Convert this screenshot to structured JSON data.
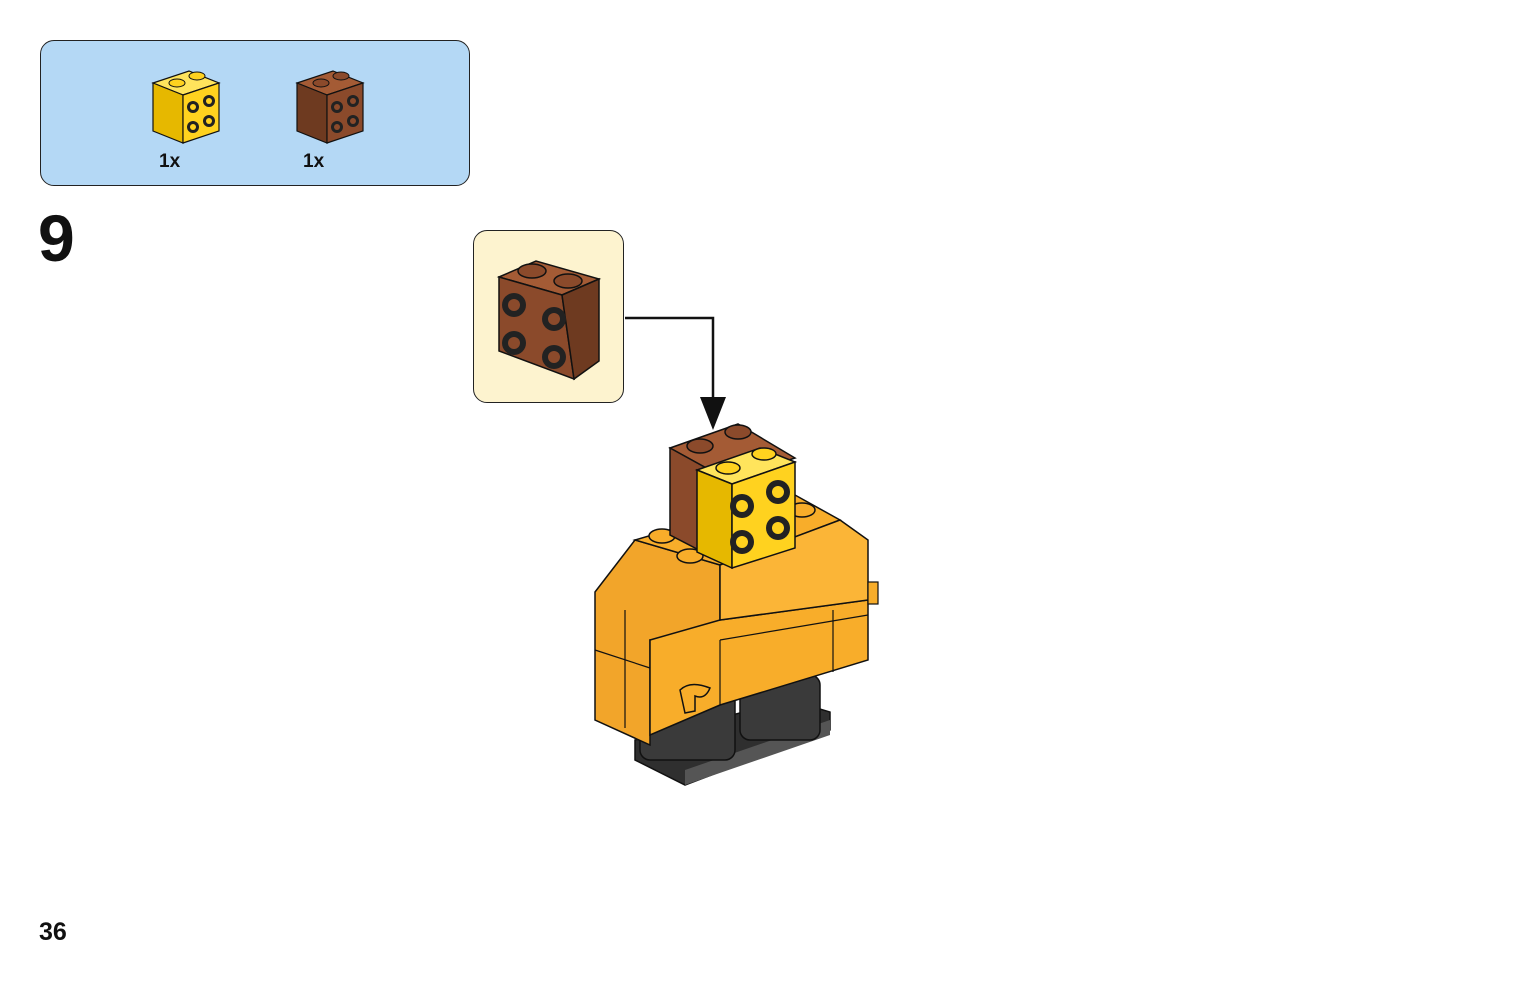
{
  "parts_list": {
    "items": [
      {
        "name": "yellow-2x2-brick",
        "color": "#ffd21f",
        "quantity": "1x"
      },
      {
        "name": "brown-2x2-brick",
        "color": "#8b4a2b",
        "quantity": "1x"
      }
    ]
  },
  "step": {
    "number": "9"
  },
  "callout": {
    "brick_color": "#8b4a2b",
    "background": "#fdf3cf"
  },
  "model": {
    "body_color": "#f8ad2a",
    "top_yellow": "#ffd21f",
    "top_brown": "#8b4a2b",
    "base_color": "#3a3a3a"
  },
  "page": {
    "number": "36"
  }
}
